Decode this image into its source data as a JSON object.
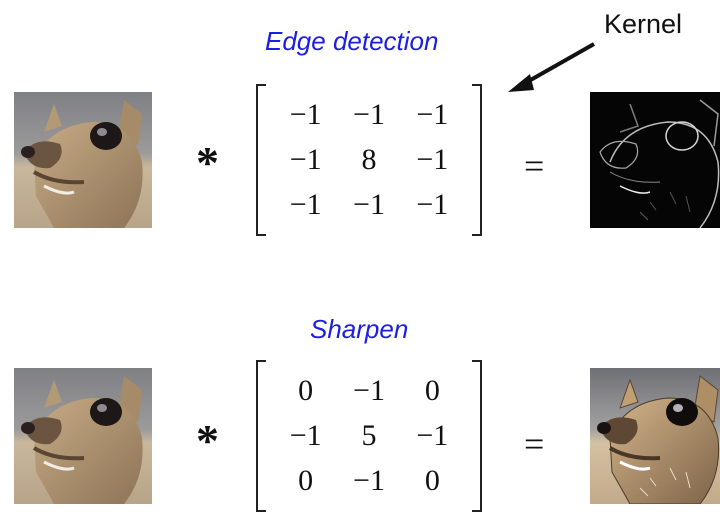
{
  "kernel_label": "Kernel",
  "rows": [
    {
      "title": "Edge detection",
      "operator": "*",
      "equals": "=",
      "matrix": [
        [
          "−1",
          "−1",
          "−1"
        ],
        [
          "−1",
          "8",
          "−1"
        ],
        [
          "−1",
          "−1",
          "−1"
        ]
      ]
    },
    {
      "title": "Sharpen",
      "operator": "*",
      "equals": "=",
      "matrix": [
        [
          "0",
          "−1",
          "0"
        ],
        [
          "−1",
          "5",
          "−1"
        ],
        [
          "0",
          "−1",
          "0"
        ]
      ]
    }
  ],
  "colors": {
    "title": "#1d1de6",
    "text": "#111111",
    "background": "#ffffff"
  },
  "icons": {
    "arrow": "arrow-pointer-icon",
    "input_photo": "animal-photo",
    "edge_photo": "edge-output-photo",
    "sharpen_photo": "sharpened-output-photo"
  }
}
